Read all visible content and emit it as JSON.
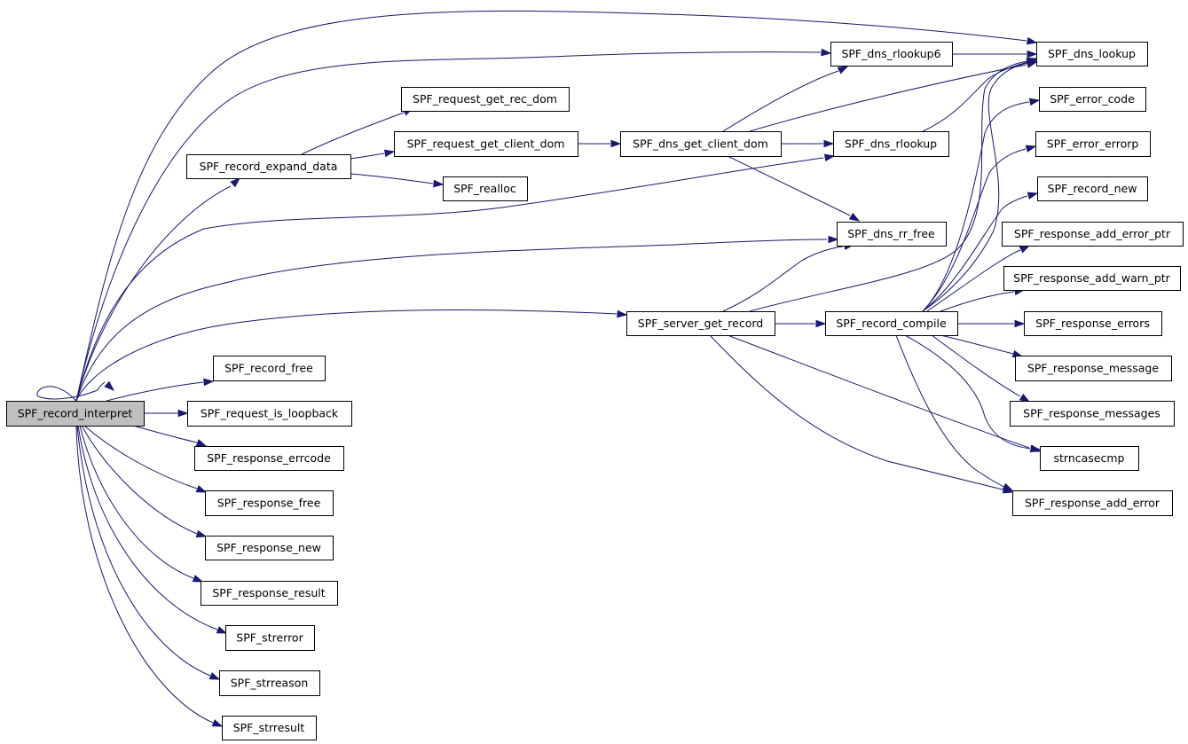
{
  "graph": {
    "type": "call-graph",
    "edge_color": "#191970",
    "root_fill": "#bfbfbf",
    "nodes": [
      {
        "id": "interpret",
        "label": "SPF_record_interpret"
      },
      {
        "id": "expand",
        "label": "SPF_record_expand_data"
      },
      {
        "id": "rec_dom",
        "label": "SPF_request_get_rec_dom"
      },
      {
        "id": "client_dom_req",
        "label": "SPF_request_get_client_dom"
      },
      {
        "id": "realloc",
        "label": "SPF_realloc"
      },
      {
        "id": "dns_client_dom",
        "label": "SPF_dns_get_client_dom"
      },
      {
        "id": "rlookup6",
        "label": "SPF_dns_rlookup6"
      },
      {
        "id": "rlookup",
        "label": "SPF_dns_rlookup"
      },
      {
        "id": "rr_free",
        "label": "SPF_dns_rr_free"
      },
      {
        "id": "lookup",
        "label": "SPF_dns_lookup"
      },
      {
        "id": "server_get_record",
        "label": "SPF_server_get_record"
      },
      {
        "id": "compile",
        "label": "SPF_record_compile"
      },
      {
        "id": "error_code",
        "label": "SPF_error_code"
      },
      {
        "id": "error_errorp",
        "label": "SPF_error_errorp"
      },
      {
        "id": "record_new",
        "label": "SPF_record_new"
      },
      {
        "id": "add_error_ptr",
        "label": "SPF_response_add_error_ptr"
      },
      {
        "id": "add_warn_ptr",
        "label": "SPF_response_add_warn_ptr"
      },
      {
        "id": "resp_errors",
        "label": "SPF_response_errors"
      },
      {
        "id": "resp_message",
        "label": "SPF_response_message"
      },
      {
        "id": "resp_messages",
        "label": "SPF_response_messages"
      },
      {
        "id": "strncasecmp",
        "label": "strncasecmp"
      },
      {
        "id": "add_error",
        "label": "SPF_response_add_error"
      },
      {
        "id": "record_free",
        "label": "SPF_record_free"
      },
      {
        "id": "is_loopback",
        "label": "SPF_request_is_loopback"
      },
      {
        "id": "errcode",
        "label": "SPF_response_errcode"
      },
      {
        "id": "resp_free",
        "label": "SPF_response_free"
      },
      {
        "id": "resp_new",
        "label": "SPF_response_new"
      },
      {
        "id": "resp_result",
        "label": "SPF_response_result"
      },
      {
        "id": "strerror",
        "label": "SPF_strerror"
      },
      {
        "id": "strreason",
        "label": "SPF_strreason"
      },
      {
        "id": "strresult",
        "label": "SPF_strresult"
      }
    ],
    "edges": [
      {
        "from": "interpret",
        "to": "interpret"
      },
      {
        "from": "interpret",
        "to": "lookup"
      },
      {
        "from": "interpret",
        "to": "rlookup6"
      },
      {
        "from": "interpret",
        "to": "expand"
      },
      {
        "from": "interpret",
        "to": "rlookup"
      },
      {
        "from": "interpret",
        "to": "rr_free"
      },
      {
        "from": "interpret",
        "to": "server_get_record"
      },
      {
        "from": "interpret",
        "to": "record_free"
      },
      {
        "from": "interpret",
        "to": "is_loopback"
      },
      {
        "from": "interpret",
        "to": "errcode"
      },
      {
        "from": "interpret",
        "to": "resp_free"
      },
      {
        "from": "interpret",
        "to": "resp_new"
      },
      {
        "from": "interpret",
        "to": "resp_result"
      },
      {
        "from": "interpret",
        "to": "strerror"
      },
      {
        "from": "interpret",
        "to": "strreason"
      },
      {
        "from": "interpret",
        "to": "strresult"
      },
      {
        "from": "expand",
        "to": "rec_dom"
      },
      {
        "from": "expand",
        "to": "client_dom_req"
      },
      {
        "from": "expand",
        "to": "realloc"
      },
      {
        "from": "client_dom_req",
        "to": "dns_client_dom"
      },
      {
        "from": "dns_client_dom",
        "to": "rlookup6"
      },
      {
        "from": "dns_client_dom",
        "to": "lookup"
      },
      {
        "from": "dns_client_dom",
        "to": "rlookup"
      },
      {
        "from": "dns_client_dom",
        "to": "rr_free"
      },
      {
        "from": "rlookup6",
        "to": "lookup"
      },
      {
        "from": "rlookup",
        "to": "lookup"
      },
      {
        "from": "server_get_record",
        "to": "rr_free"
      },
      {
        "from": "server_get_record",
        "to": "lookup"
      },
      {
        "from": "server_get_record",
        "to": "compile"
      },
      {
        "from": "server_get_record",
        "to": "strncasecmp"
      },
      {
        "from": "server_get_record",
        "to": "add_error"
      },
      {
        "from": "compile",
        "to": "lookup"
      },
      {
        "from": "compile",
        "to": "error_code"
      },
      {
        "from": "compile",
        "to": "error_errorp"
      },
      {
        "from": "compile",
        "to": "record_new"
      },
      {
        "from": "compile",
        "to": "add_error_ptr"
      },
      {
        "from": "compile",
        "to": "add_warn_ptr"
      },
      {
        "from": "compile",
        "to": "resp_errors"
      },
      {
        "from": "compile",
        "to": "resp_message"
      },
      {
        "from": "compile",
        "to": "resp_messages"
      },
      {
        "from": "compile",
        "to": "strncasecmp"
      },
      {
        "from": "compile",
        "to": "add_error"
      }
    ]
  }
}
